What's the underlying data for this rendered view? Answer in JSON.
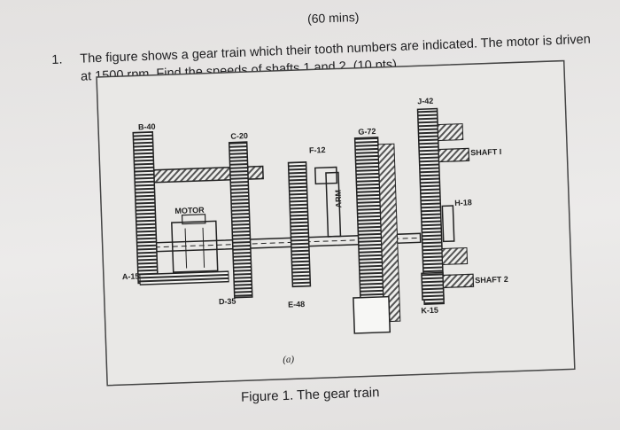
{
  "header": {
    "time_limit": "(60 mins)"
  },
  "question": {
    "number": "1.",
    "line1": "The figure shows a gear train which their tooth numbers are indicated. The motor is driven",
    "line2": "at 1500 rpm. Find the speeds of shafts 1 and 2. (10 pts)"
  },
  "figure": {
    "caption": "Figure 1. The gear train",
    "sublabel": "(a)",
    "labels": {
      "gear_b": "B-40",
      "gear_c": "C-20",
      "gear_f": "F-12",
      "gear_g": "G-72",
      "gear_j": "J-42",
      "gear_h": "H-18",
      "gear_a": "A-15",
      "gear_d": "D-35",
      "gear_e": "E-48",
      "gear_k": "K-15",
      "motor": "MOTOR",
      "arm": "ARM",
      "shaft1": "SHAFT I",
      "shaft2": "SHAFT 2"
    }
  }
}
